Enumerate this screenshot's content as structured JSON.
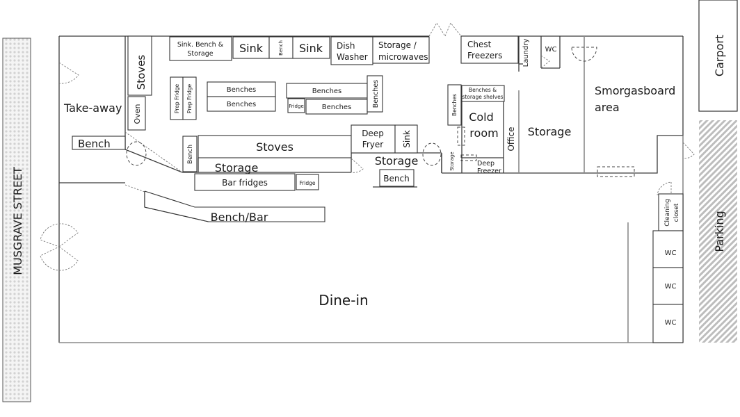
{
  "street": "MUSGRAVE STREET",
  "carport": "Carport",
  "parking": "Parking",
  "rooms": {
    "takeaway": "Take-away",
    "dine_in": "Dine-in",
    "smorgasboard": [
      "Smorgasboard",
      "area"
    ],
    "storage_right": "Storage",
    "office": "Office",
    "cold_room": [
      "Cold",
      "room"
    ],
    "laundry": "Laundry",
    "wc_top": "WC",
    "cleaning_closet": [
      "Cleaning",
      "closet"
    ],
    "wc_list": [
      "WC",
      "WC",
      "WC"
    ]
  },
  "fixtures": {
    "stoves_left": "Stoves",
    "oven": "Oven",
    "bench_left": "Bench",
    "sink_bench_storage": [
      "Sink. Bench &",
      "Storage"
    ],
    "sink1": "Sink",
    "bench_small": "Bench",
    "sink2": "Sink",
    "dish_washer": [
      "Dish",
      "Washer"
    ],
    "storage_microwaves": [
      "Storage /",
      "microwaves"
    ],
    "chest_freezers": [
      "Chest",
      "Freezers"
    ],
    "prep_fridge_1": "Prep Fridge",
    "prep_fridge_2": "Prep Fridge",
    "benches_a": "Benches",
    "benches_b": "Benches",
    "benches_c": "Benches",
    "fridge_small": "Fridge",
    "benches_d": "Benches",
    "benches_vertical": "Benches",
    "benches_cold": "Benches",
    "benches_storage_shelves": [
      "Benches &",
      "storage shelves"
    ],
    "deep_freezer": [
      "Deep",
      "Freezer"
    ],
    "storage_small": "Storage",
    "bench_vertical": "Bench",
    "stoves_center": "Stoves",
    "storage_center": "Storage",
    "deep_fryer": [
      "Deep",
      "Fryer"
    ],
    "sink_vertical": "Sink",
    "storage_mid": "Storage",
    "bench_mid": "Bench",
    "bar_fridges": "Bar fridges",
    "fridge_bar": "Fridge",
    "bench_bar": "Bench/Bar"
  }
}
